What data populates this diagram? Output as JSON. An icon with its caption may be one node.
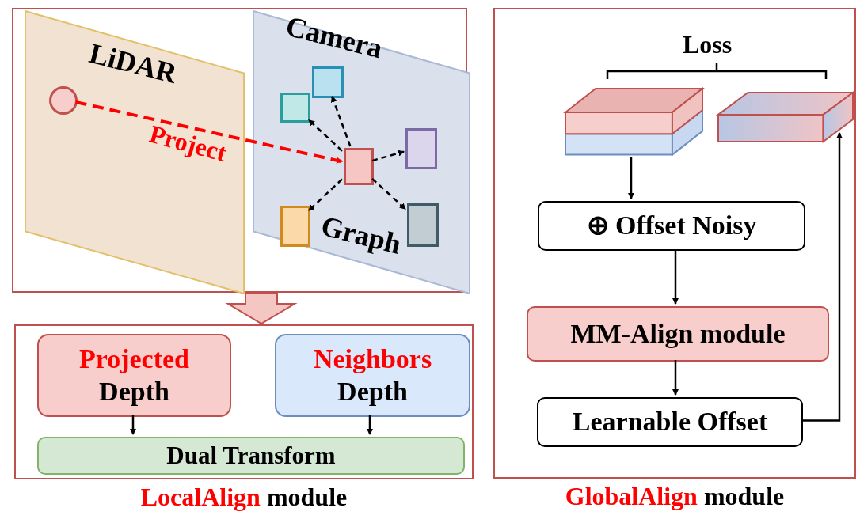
{
  "diagram": {
    "nodes": [
      {
        "text": [],
        "shape": "box"
      },
      {
        "text": [
          "LiDAR"
        ],
        "in": 0
      },
      {
        "text": [
          "Camera",
          "Graph"
        ],
        "in": 0
      },
      {
        "text": [],
        "shape": "circle",
        "in": 1
      },
      {
        "text": [],
        "shape": "box",
        "in": 2
      },
      {
        "text": [],
        "shape": "box",
        "in": 2
      },
      {
        "text": [],
        "shape": "box",
        "in": 2
      },
      {
        "text": [],
        "shape": "box",
        "in": 2
      },
      {
        "text": [],
        "shape": "box",
        "in": 2
      },
      {
        "text": [],
        "shape": "box",
        "in": 2
      },
      {
        "text": [],
        "shape": "box",
        "beside": [
          "LocalAlign module"
        ]
      },
      {
        "text": [
          "Projected Depth"
        ],
        "in": 10
      },
      {
        "text": [
          "Neighbors Depth"
        ],
        "in": 10
      },
      {
        "text": [
          "Dual Transform"
        ],
        "in": 10
      },
      {
        "text": [],
        "shape": "box",
        "beside": [
          "GlobalAlign module"
        ]
      },
      {
        "text": [],
        "shape": "box",
        "in": 14
      },
      {
        "text": [],
        "shape": "box",
        "in": 14
      },
      {
        "text": [
          "⊕ Offset Noisy"
        ],
        "in": 14
      },
      {
        "text": [
          "MM-Align module"
        ],
        "in": 14
      },
      {
        "text": [
          "Learnable Offset"
        ],
        "in": 14
      }
    ],
    "edges": [
      {
        "from": 3,
        "to": 7,
        "arrow": "to",
        "label": "Project",
        "style": "dashed",
        "color": "#ff0000"
      },
      {
        "from": 7,
        "to": 4,
        "arrow": "to",
        "style": "dashed"
      },
      {
        "from": 7,
        "to": 5,
        "arrow": "to",
        "style": "dashed"
      },
      {
        "from": 7,
        "to": 6,
        "arrow": "to",
        "style": "dashed"
      },
      {
        "from": 7,
        "to": 8,
        "arrow": "to",
        "style": "dashed"
      },
      {
        "from": 7,
        "to": 9,
        "arrow": "to",
        "style": "dashed"
      },
      {
        "from": 0,
        "to": 10,
        "arrow": "to",
        "style": "thick",
        "color": "#f4c7c3"
      },
      {
        "from": 11,
        "to": 13,
        "arrow": "to"
      },
      {
        "from": 12,
        "to": 13,
        "arrow": "to"
      },
      {
        "from": 15,
        "to": 17,
        "arrow": "to"
      },
      {
        "from": 17,
        "to": 18,
        "arrow": "to"
      },
      {
        "from": 18,
        "to": 19,
        "arrow": "to"
      },
      {
        "from": 19,
        "to": 16,
        "arrow": "to"
      }
    ],
    "labels": [
      "Loss"
    ]
  }
}
